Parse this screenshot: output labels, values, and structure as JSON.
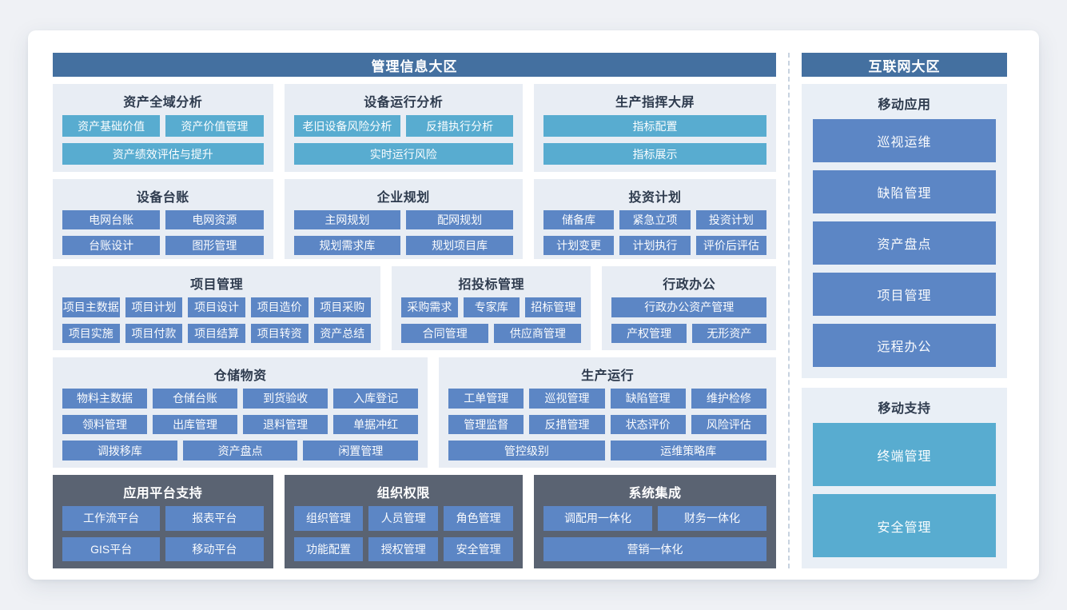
{
  "colors": {
    "page_bg": "#EFF1F5",
    "zone_header_bg": "#4470A0",
    "card_bg": "#E8EDF4",
    "dark_panel_bg": "#5A6372",
    "button_blue": "#5C86C5",
    "button_teal": "#58ACD0",
    "card_title_text": "#2E3B4E"
  },
  "management": {
    "title": "管理信息大区",
    "rows": [
      {
        "cards": [
          {
            "title": "资产全域分析",
            "buttons": [
              "资产基础价值",
              "资产价值管理",
              "资产绩效评估与提升"
            ]
          },
          {
            "title": "设备运行分析",
            "buttons": [
              "老旧设备风险分析",
              "反措执行分析",
              "实时运行风险"
            ]
          },
          {
            "title": "生产指挥大屏",
            "buttons": [
              "指标配置",
              "指标展示"
            ]
          }
        ]
      },
      {
        "cards": [
          {
            "title": "设备台账",
            "buttons": [
              "电网台账",
              "电网资源",
              "台账设计",
              "图形管理"
            ]
          },
          {
            "title": "企业规划",
            "buttons": [
              "主网规划",
              "配网规划",
              "规划需求库",
              "规划项目库"
            ]
          },
          {
            "title": "投资计划",
            "buttons": [
              "储备库",
              "紧急立项",
              "投资计划",
              "计划变更",
              "计划执行",
              "评价后评估"
            ]
          }
        ]
      },
      {
        "cards": [
          {
            "title": "项目管理",
            "buttons": [
              "项目主数据",
              "项目计划",
              "项目设计",
              "项目造价",
              "项目采购",
              "项目实施",
              "项目付款",
              "项目结算",
              "项目转资",
              "资产总结"
            ]
          },
          {
            "title": "招投标管理",
            "buttons": [
              "采购需求",
              "专家库",
              "招标管理",
              "合同管理",
              "供应商管理"
            ]
          },
          {
            "title": "行政办公",
            "buttons": [
              "行政办公资产管理",
              "产权管理",
              "无形资产"
            ]
          }
        ]
      },
      {
        "cards": [
          {
            "title": "仓储物资",
            "buttons": [
              "物料主数据",
              "仓储台账",
              "到货验收",
              "入库登记",
              "领料管理",
              "出库管理",
              "退料管理",
              "单据冲红",
              "调拨移库",
              "资产盘点",
              "闲置管理"
            ]
          },
          {
            "title": "生产运行",
            "buttons": [
              "工单管理",
              "巡视管理",
              "缺陷管理",
              "维护检修",
              "管理监督",
              "反措管理",
              "状态评价",
              "风险评估",
              "管控级别",
              "运维策略库"
            ]
          }
        ]
      },
      {
        "cards": [
          {
            "title": "应用平台支持",
            "buttons": [
              "工作流平台",
              "报表平台",
              "GIS平台",
              "移动平台"
            ]
          },
          {
            "title": "组织权限",
            "buttons": [
              "组织管理",
              "人员管理",
              "角色管理",
              "功能配置",
              "授权管理",
              "安全管理"
            ]
          },
          {
            "title": "系统集成",
            "buttons": [
              "调配用一体化",
              "财务一体化",
              "营销一体化"
            ]
          }
        ]
      }
    ]
  },
  "internet": {
    "title": "互联网大区",
    "sections": [
      {
        "title": "移动应用",
        "buttons": [
          "巡视运维",
          "缺陷管理",
          "资产盘点",
          "项目管理",
          "远程办公"
        ]
      },
      {
        "title": "移动支持",
        "buttons": [
          "终端管理",
          "安全管理"
        ]
      }
    ]
  }
}
